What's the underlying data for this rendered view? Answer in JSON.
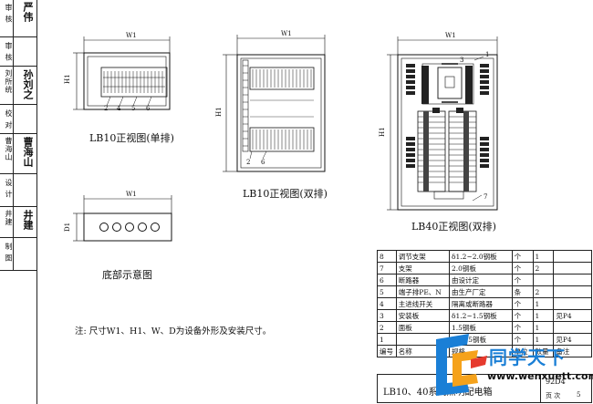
{
  "sidebar": {
    "cells": [
      {
        "label": "审 核",
        "sig": "严伟"
      },
      {
        "label": "审 核",
        "sig": ""
      },
      {
        "label": "刘所统",
        "sig": "孙刘之"
      },
      {
        "label": "校 对",
        "sig": ""
      },
      {
        "label": "曹海山",
        "sig": "曹海山"
      },
      {
        "label": "设 计",
        "sig": ""
      },
      {
        "label": "井建",
        "sig": "井建"
      },
      {
        "label": "制 图",
        "sig": ""
      }
    ]
  },
  "drawings": {
    "lb10_single": {
      "caption": "LB10正视图(单排)",
      "w_label": "W1",
      "h_label": "H1",
      "callouts": [
        "2",
        "4",
        "5",
        "6"
      ]
    },
    "lb10_double": {
      "caption": "LB10正视图(双排)",
      "w_label": "W1",
      "h_label": "H1",
      "callouts": [
        "2",
        "6"
      ]
    },
    "lb40_double": {
      "caption": "LB40正视图(双排)",
      "w_label": "W1",
      "h_label": "H1",
      "callouts": [
        "1",
        "3",
        "7"
      ]
    },
    "bottom": {
      "caption": "底部示意图",
      "w_label": "W1",
      "d_label": "D1"
    }
  },
  "note": "注: 尺寸W1、H1、W、D为设备外形及安装尺寸。",
  "bom": {
    "rows": [
      [
        "8",
        "调节支架",
        "δ1.2~2.0钢板",
        "个",
        "1",
        ""
      ],
      [
        "7",
        "支架",
        "2.0钢板",
        "个",
        "2",
        ""
      ],
      [
        "6",
        "断路器",
        "由设计定",
        "个",
        "",
        ""
      ],
      [
        "5",
        "端子排PE、N",
        "由生产厂定",
        "条",
        "2",
        ""
      ],
      [
        "4",
        "主进线开关",
        "隔离或断路器",
        "个",
        "1",
        ""
      ],
      [
        "3",
        "安装板",
        "δ1.2~1.5钢板",
        "个",
        "1",
        "见P4"
      ],
      [
        "2",
        "面板",
        "1.5钢板",
        "个",
        "1",
        ""
      ],
      [
        "1",
        "",
        "2~1.5钢板",
        "个",
        "1",
        "见P4"
      ]
    ],
    "header_row": [
      "编号",
      "名称",
      "规格",
      "单位",
      "数量",
      "备注"
    ],
    "title": "LB10、40系列照明配电箱",
    "page_label": "页 次",
    "page_no": "5",
    "drawing_no": "92D4"
  },
  "watermark": {
    "site_name": "同学天下",
    "url": "www.wenxuett.com"
  }
}
